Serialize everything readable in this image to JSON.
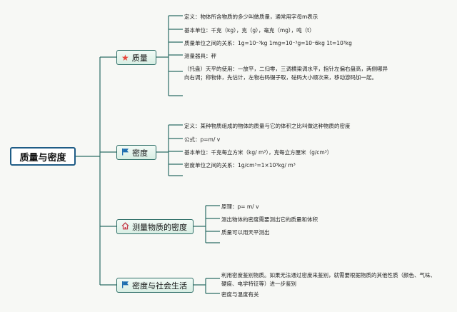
{
  "root": {
    "label": "质量与密度"
  },
  "branches": [
    {
      "label": "质量",
      "icon": "star-icon",
      "items": [
        "定义：物体所含物质的多少叫做质量，通常用字母m表示",
        "基本单位：千克（kg），克（g），毫克（mg），吨（t）",
        "质量单位之间的关系：1g=10⁻³kg 1mg=10⁻³g=10⁻6kg 1t=10³kg",
        "测量器具：秤",
        "（托盘）天平的使用：一放平，二归零，三调横梁调水平，指针左偏右盘高，两侧哪异向右调；称物体，先估计，左物右码镊子取，砝码大小顺次来，移动游码加一起。"
      ]
    },
    {
      "label": "密度",
      "icon": "flag-icon",
      "items": [
        "定义：某种物质组成的物体的质量与它的体积之比叫做这种物质的密度",
        "公式：p=m/ v",
        "基本单位：千克每立方米（kg/ m³），克每立方厘米（g/cm³）",
        "密度单位之间的关系：1g/cm³=1×10³kg/ m³"
      ]
    },
    {
      "label": "测量物质的密度",
      "icon": "house-icon",
      "items": [
        "原理：p= m/ v",
        "测出物体的密度需要测出它的质量和体积",
        "质量可以用天平测出"
      ]
    },
    {
      "label": "密度与社会生活",
      "icon": "flag-icon",
      "items": [
        "利用密度鉴别物质。如果无法通过密度来鉴别，就需要根据物质的其他性质（颜色、气味、硬度、电学特征等）进一步鉴别",
        "密度与温度有关"
      ]
    }
  ],
  "colors": {
    "line": "#2c6d66",
    "root_border": "#1f5c86",
    "star": "#e8463c",
    "flag": "#1f6fb0"
  }
}
